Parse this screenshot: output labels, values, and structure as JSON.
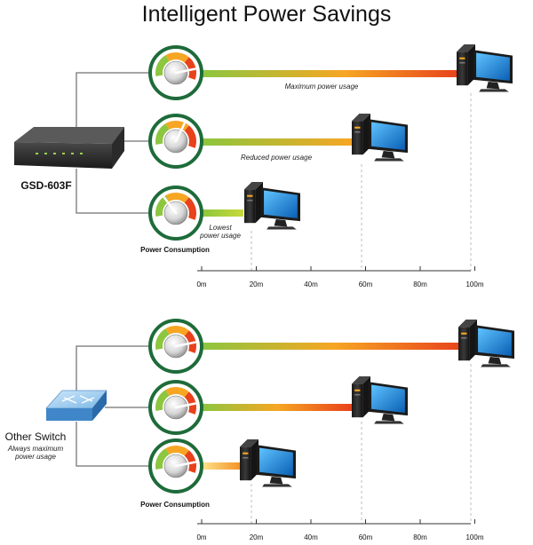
{
  "title": "Intelligent Power Savings",
  "top": {
    "device_name": "GSD-603F",
    "consumption_label": "Power Consumption",
    "lines": [
      {
        "caption": "Maximum power usage",
        "distance_m": 100
      },
      {
        "caption": "Reduced power usage",
        "distance_m": 60
      },
      {
        "caption": "Lowest power usage",
        "distance_m": 20
      }
    ],
    "axis_ticks": [
      "0m",
      "20m",
      "40m",
      "60m",
      "80m",
      "100m"
    ]
  },
  "bottom": {
    "device_name": "Other Switch",
    "device_note": "Always maximum power usage",
    "consumption_label": "Power Consumption",
    "lines": [
      {
        "caption": "",
        "distance_m": 100
      },
      {
        "caption": "",
        "distance_m": 60
      },
      {
        "caption": "",
        "distance_m": 20
      }
    ],
    "axis_ticks": [
      "0m",
      "20m",
      "40m",
      "60m",
      "80m",
      "100m"
    ]
  },
  "colors": {
    "gauge_ring": "#1e6b3a",
    "low": "#8dc63f",
    "mid": "#f6a623",
    "high": "#e8411b"
  }
}
